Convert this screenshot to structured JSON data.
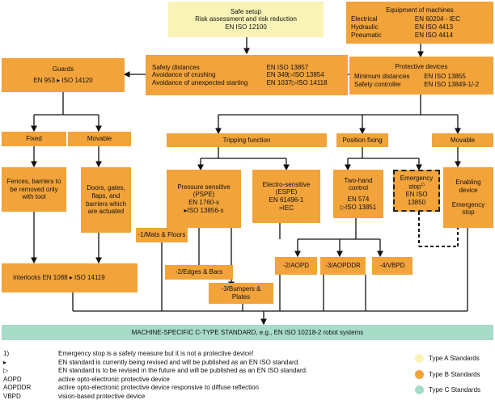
{
  "safe_setup": {
    "title": "Safe setup",
    "subtitle": "Risk assessment and risk reduction",
    "standard": "EN ISO 12100"
  },
  "machines": {
    "title": "Equipment of machines",
    "rows": [
      [
        "Electrical",
        "EN 60204 - IEC"
      ],
      [
        "Hydraulic",
        "EN ISO 4413"
      ],
      [
        "Pneumatic",
        "EN ISO 4414"
      ]
    ]
  },
  "distances": {
    "rows": [
      [
        "Safety distances",
        "EN ISO 13857"
      ],
      [
        "Avoidance of crushing",
        "EN 349▷ISO 13854"
      ],
      [
        "Avoidance of unexpected starting",
        "EN 1037▷ISO 14118"
      ]
    ]
  },
  "guards": {
    "title": "Guards",
    "standard": "EN 953 ▸ ISO 14120"
  },
  "protective": {
    "title": "Protective devices",
    "rows": [
      [
        "Minimum distances",
        "EN ISO 13855"
      ],
      [
        "Safety controller",
        "EN ISO 13849-1/-2"
      ]
    ]
  },
  "fixed": "Fixed",
  "movable_guard": "Movable",
  "tripping": "Tripping function",
  "position": "Position fixing",
  "movable_device": "Movable",
  "fences": "Fences, barriers to be removed only with tool",
  "doors": "Doors, gates, flaps, and barriers which are actuated",
  "pressure": {
    "title": "Pressure sensitive (PSPE)",
    "std1": "EN 1760-x",
    "std2": "▸ISO 13856-x"
  },
  "electro": {
    "title": "Electro-sensitive (ESPE)",
    "std1": "EN 61496-1",
    "std2": "=IEC"
  },
  "twohand": {
    "title": "Two-hand control",
    "std1": "EN 574",
    "std2": "▷ISO 13851"
  },
  "estop": {
    "title": "Emergency stop",
    "note": "1)",
    "std1": "EN ISO",
    "std2": "13850"
  },
  "enabling": {
    "title": "Enabling device",
    "sub": "Emergency stop"
  },
  "mats": "-1/Mats & Floors",
  "edges": "-2/Edges & Bars",
  "bumpers": "-3/Bumpers & Plates",
  "aopd": "-2/AOPD",
  "aopddr": "-3/AOPDDR",
  "vbpd": "-4/VBPD",
  "interlocks": "Interlocks EN 1088 ▸ ISO 14119",
  "c_standard": "MACHINE-SPECIFIC C-TYPE STANDARD, e.g., EN ISO 10218-2 robot systems",
  "legend": {
    "rows": [
      [
        "1)",
        "Emergency stop is a safety measure but it is not a protective device!"
      ],
      [
        "▸",
        "EN standard is currently being revised and will be published as an EN ISO standard."
      ],
      [
        "▷",
        "EN standard is to be revised in the future and will be published as an EN ISO standard."
      ],
      [
        "AOPD",
        "active opto-electronic protective device"
      ],
      [
        "AOPDDR",
        "active opto-electronic protective device responsive to diffuse reflection"
      ],
      [
        "VBPD",
        "vision-based protective device"
      ]
    ],
    "type_a": "Type A Standards",
    "type_b": "Type B Standards",
    "type_c": "Type C Standards"
  },
  "colors": {
    "type_a": "#faf3b6",
    "type_b": "#f2a33a",
    "type_c": "#a6dcc8"
  }
}
